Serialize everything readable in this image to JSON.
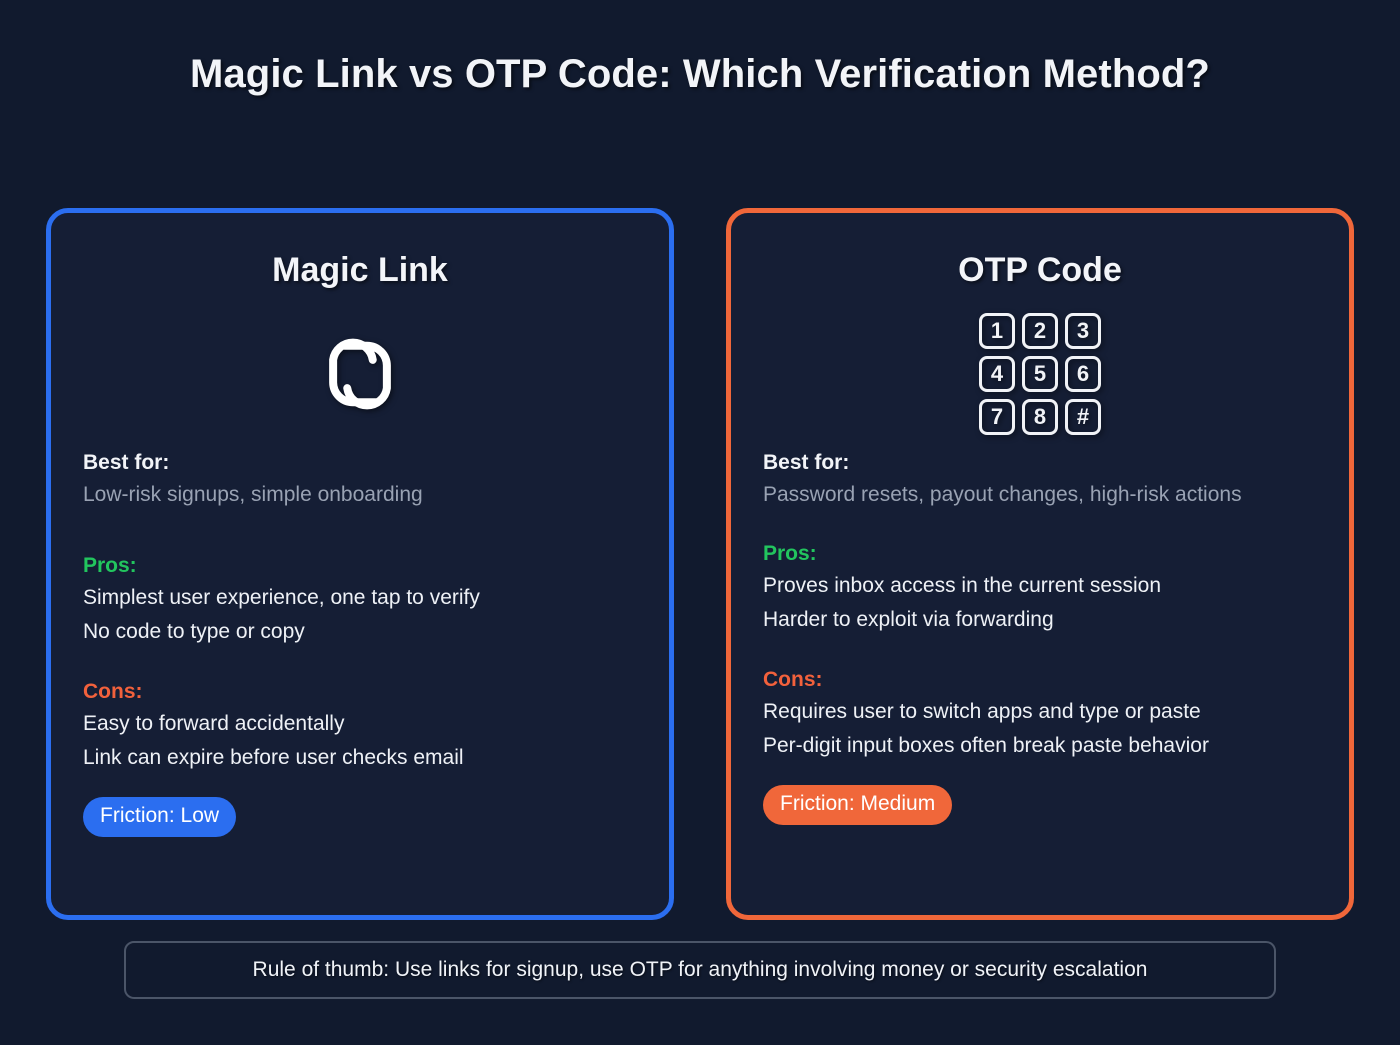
{
  "page": {
    "title": "Magic Link vs OTP Code: Which Verification Method?",
    "background_color": "#111a2e"
  },
  "cards": [
    {
      "id": "magic-link",
      "title": "Magic Link",
      "accent_color": "#2b6ef0",
      "icon": "chain-link-icon",
      "best_for_label": "Best for:",
      "best_for_text": "Low-risk signups, simple onboarding",
      "pros_label": "Pros:",
      "pros": [
        "Simplest user experience, one tap to verify",
        "No code to type or copy"
      ],
      "cons_label": "Cons:",
      "cons": [
        "Easy to forward accidentally",
        "Link can expire before user checks email"
      ],
      "friction_badge": "Friction: Low",
      "friction_color": "#2b6ef0"
    },
    {
      "id": "otp-code",
      "title": "OTP Code",
      "accent_color": "#f0673a",
      "icon": "keypad-icon",
      "keypad_keys": [
        "1",
        "2",
        "3",
        "4",
        "5",
        "6",
        "7",
        "8",
        "#"
      ],
      "best_for_label": "Best for:",
      "best_for_text": "Password resets, payout changes, high-risk actions",
      "pros_label": "Pros:",
      "pros": [
        "Proves inbox access in the current session",
        "Harder to exploit via forwarding"
      ],
      "cons_label": "Cons:",
      "cons": [
        "Requires user to switch apps and type or paste",
        "Per-digit input boxes often break paste behavior"
      ],
      "friction_badge": "Friction: Medium",
      "friction_color": "#f0673a"
    }
  ],
  "footer": {
    "text": "Rule of thumb: Use links for signup, use OTP for anything involving money or security escalation"
  },
  "colors": {
    "pros_green": "#22c55e",
    "cons_orange": "#f2613c",
    "muted_gray": "#99a2b3",
    "card_bg": "#151e35",
    "text_white": "#f2f4f8"
  }
}
